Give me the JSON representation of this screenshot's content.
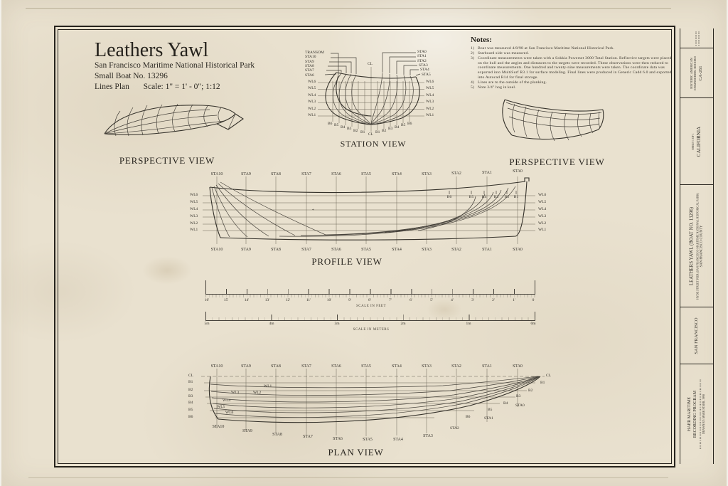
{
  "title_block": {
    "title": "Leathers Yawl",
    "subtitle": "San Francisco Maritime National Historical Park",
    "boat_no": "Small Boat No. 13296",
    "plan_label": "Lines Plan",
    "scale_text": "Scale: 1\" = 1' - 0\"; 1:12"
  },
  "notes": {
    "heading": "Notes:",
    "items": [
      {
        "no": "1)",
        "text": "Boat was measured 4/8/98 at San Francisco Maritime National Historical Park."
      },
      {
        "no": "2)",
        "text": "Starboard side was measured."
      },
      {
        "no": "3)",
        "text": "Coordinate measurements were taken with a Sokkia Powerset 3000 Total Station. Reflective targets were placed on the hull and the angles and distances to the targets were recorded. These observations were then reduced to coordinate measurements. One hundred and twenty-nine measurements were taken. The coordinate data was exported into MultiSurf R3.1 for surface modeling. Final lines were produced in Generic Cadd 6.0 and exported into Autocad R14 for final storage."
      },
      {
        "no": "4)",
        "text": "Lines are to the outside of the planking."
      },
      {
        "no": "5)",
        "text": "Note 3/4\" hog in keel."
      }
    ]
  },
  "station_view": {
    "caption": "STATION VIEW",
    "cl_top": "CL",
    "cl_bottom": "CL",
    "left_stations": [
      "TRANSOM",
      "STA10",
      "STA9",
      "STA8",
      "STA7",
      "STA6"
    ],
    "right_stations": [
      "STA0",
      "STA1",
      "STA2",
      "STA3",
      "STA4",
      "STA5"
    ],
    "wl": [
      "WL6",
      "WL5",
      "WL4",
      "WL3",
      "WL2",
      "WL1"
    ],
    "b_left": [
      "B6",
      "B5",
      "B4",
      "B3",
      "B2",
      "B1"
    ],
    "b_right": [
      "B1",
      "B2",
      "B3",
      "B4",
      "B5",
      "B6"
    ]
  },
  "perspective_left": {
    "caption": "PERSPECTIVE VIEW"
  },
  "perspective_right": {
    "caption": "PERSPECTIVE VIEW"
  },
  "profile_view": {
    "caption": "PROFILE VIEW",
    "stations": [
      "STA10",
      "STA9",
      "STA8",
      "STA7",
      "STA6",
      "STA5",
      "STA4",
      "STA3",
      "STA2",
      "STA1",
      "STA0"
    ],
    "wl": [
      "WL6",
      "WL5",
      "WL4",
      "WL3",
      "WL2",
      "WL1"
    ],
    "buttocks": [
      "B6",
      "B5",
      "B4",
      "B3",
      "B2",
      "B1"
    ],
    "marker": "*"
  },
  "plan_view": {
    "caption": "PLAN VIEW",
    "stations_top": [
      "STA10",
      "STA9",
      "STA8",
      "STA7",
      "STA6",
      "STA5",
      "STA4",
      "STA3",
      "STA2",
      "STA1",
      "STA0"
    ],
    "stations_bottom": [
      "STA10",
      "STA9",
      "STA8",
      "STA7",
      "STA6",
      "STA5",
      "STA4",
      "STA3"
    ],
    "sta_right": [
      "STA0",
      "STA1",
      "STA2"
    ],
    "cl_left": "CL",
    "cl_right": "CL",
    "b_left": [
      "B1",
      "B2",
      "B3",
      "B4",
      "B5",
      "B6"
    ],
    "b_right": [
      "B1",
      "B2",
      "B3",
      "B4",
      "B5",
      "B6"
    ],
    "wl": [
      "WL1",
      "WL2",
      "WL3",
      "WL4",
      "WL5",
      "WL6"
    ]
  },
  "scale_feet": {
    "caption": "SCALE IN FEET",
    "labels": [
      "16'",
      "15'",
      "14'",
      "13'",
      "12'",
      "11'",
      "10'",
      "9'",
      "8'",
      "7'",
      "6'",
      "5'",
      "4'",
      "3'",
      "2'",
      "1'",
      "0"
    ]
  },
  "scale_meters": {
    "caption": "SCALE IN METERS",
    "labels": [
      "5m",
      "4m",
      "3m",
      "2m",
      "1m",
      "0m"
    ]
  },
  "margin": {
    "record_1": "HISTORIC AMERICAN",
    "record_2": "ENGINEERING RECORD",
    "record_no": "CA-261",
    "sheet_label": "SHEET",
    "sheet_no": "1 OF 1",
    "state": "CALIFORNIA",
    "structure": "LEATHERS YAWL (BOAT NO. 13296)",
    "location": "HYDE STREET PIER (SAN FRANCISCO MARITIME NATIONAL HISTORICAL PARK)",
    "county": "SAN FRANCISCO COUNTY",
    "city": "SAN FRANCISCO",
    "program_1": "HAER MARITIME",
    "program_2": "RECORDING PROGRAM",
    "drawn_by": "DRAWN BY: MARK STARR, 1998"
  }
}
